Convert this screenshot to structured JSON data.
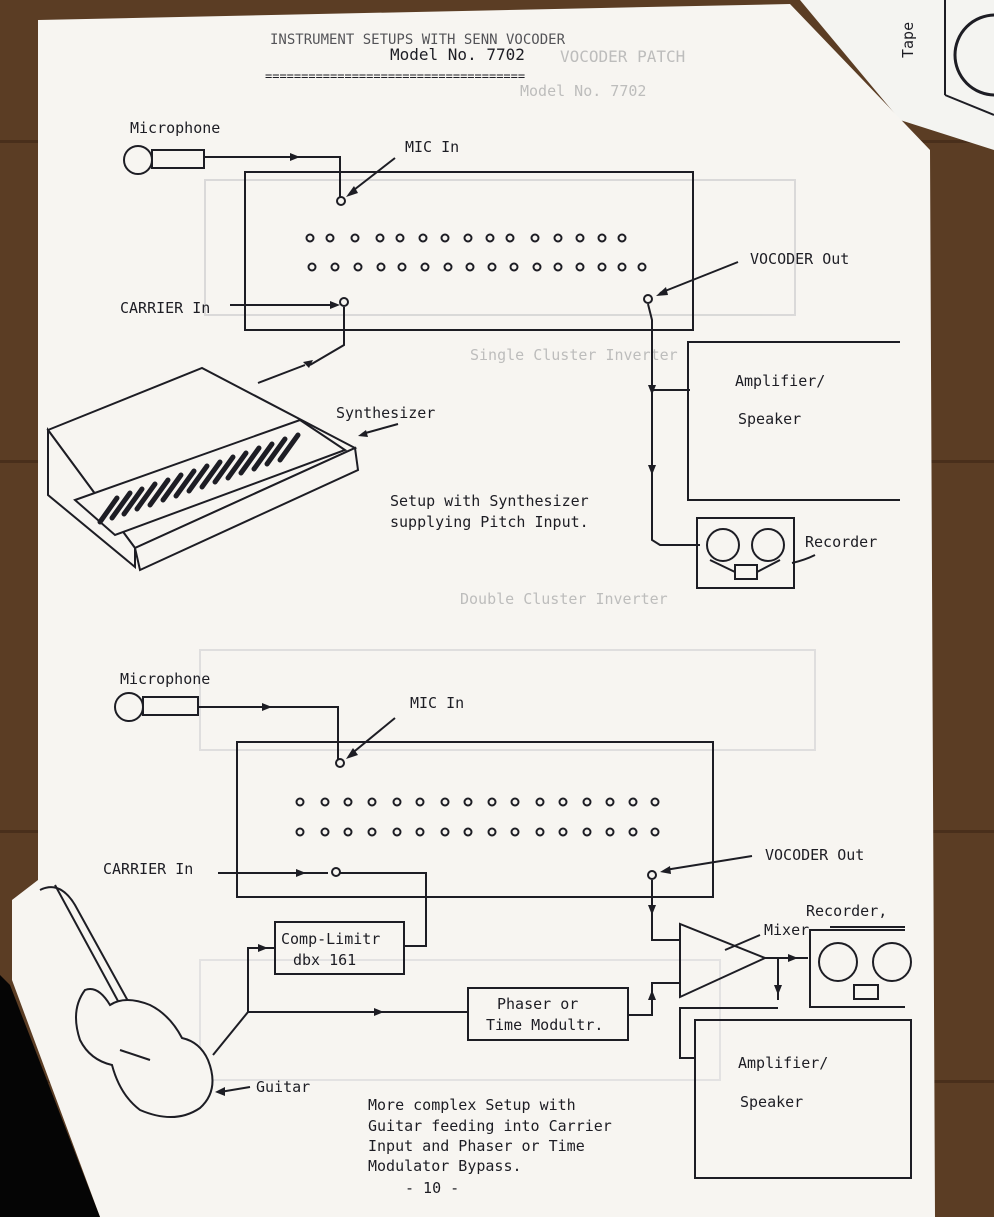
{
  "page": {
    "header_partial": "INSTRUMENT SETUPS WITH SENN VOCODER",
    "model_line": "Model No. 7702",
    "rule": "====================================",
    "page_number": "- 10 -",
    "corner_tab_label": "Tape"
  },
  "bleed_through": {
    "title": "VOCODER PATCH",
    "model_line": "Model No. 7702",
    "single_inverter": "Single Cluster Inverter",
    "double_inverter": "Double Cluster Inverter"
  },
  "setup1": {
    "microphone_label": "Microphone",
    "mic_in_label": "MIC In",
    "carrier_in_label": "CARRIER In",
    "vocoder_out_label": "VOCODER Out",
    "synth_label": "Synthesizer",
    "amp_line1": "Amplifier/",
    "amp_line2": "Speaker",
    "recorder_label": "Recorder",
    "caption_line1": "Setup with Synthesizer",
    "caption_line2": "supplying Pitch Input."
  },
  "setup2": {
    "microphone_label": "Microphone",
    "mic_in_label": "MIC In",
    "carrier_in_label": "CARRIER In",
    "vocoder_out_label": "VOCODER Out",
    "comp_line1": "Comp-Limitr",
    "comp_line2": "dbx 161",
    "phaser_line1": "Phaser or",
    "phaser_line2": "Time Modultr.",
    "mixer_label": "Mixer",
    "recorder_label": "Recorder,",
    "amp_line1": "Amplifier/",
    "amp_line2": "Speaker",
    "guitar_label": "Guitar",
    "caption_line1": "More complex Setup with",
    "caption_line2": "Guitar feeding into Carrier",
    "caption_line3": "Input and Phaser or Time",
    "caption_line4": "Modulator Bypass."
  },
  "colors": {
    "wood": "#5b3d24",
    "paper": "#f6f4f0",
    "ink": "#1d1d24",
    "ghost": "#b7b7b7"
  }
}
